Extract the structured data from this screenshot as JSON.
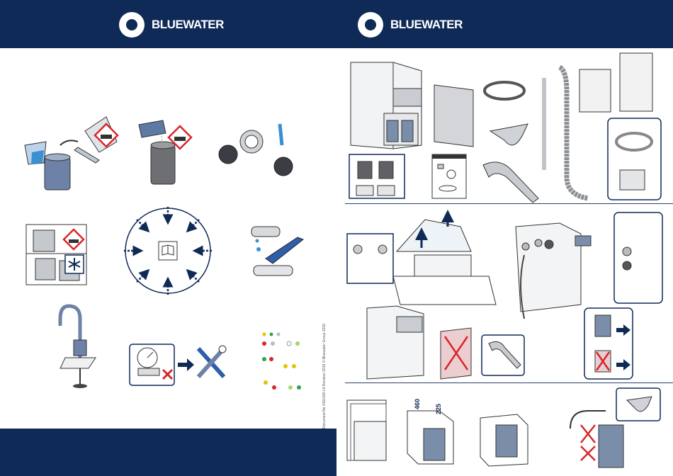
{
  "brand": {
    "left_logo_text": "BLUEWATER",
    "right_logo_text": "BLUEWATER",
    "color_navy": "#0f2a57",
    "color_accent": "#2f5fa8",
    "color_warning_red": "#d9262a"
  },
  "dimensions": {
    "depth_label": "460",
    "side_label": "225"
  },
  "document_code": "Document No 4151000 L8 Revision 2019 © Bluewater Group 2019",
  "icons": [
    "chemical-hazard-icon",
    "snowflake-icon",
    "manual-book-icon",
    "pressure-gauge-icon",
    "tools-icon",
    "arrow-right-icon",
    "arrow-up-icon"
  ]
}
